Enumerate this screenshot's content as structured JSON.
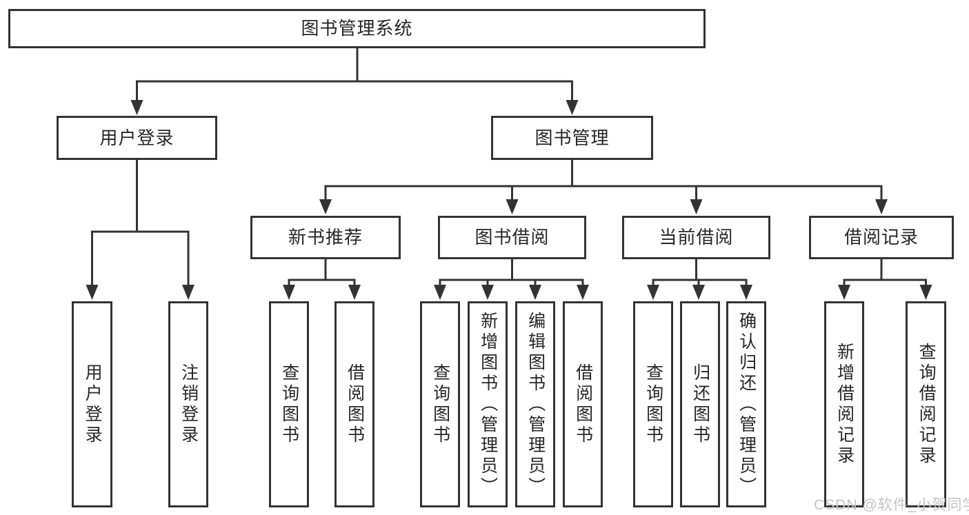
{
  "diagram": {
    "root": {
      "label": "图书管理系统"
    },
    "branches": [
      {
        "label": "用户登录",
        "children": [
          {
            "label": "用户登录"
          },
          {
            "label": "注销登录"
          }
        ]
      },
      {
        "label": "图书管理",
        "children": [
          {
            "label": "新书推荐",
            "children": [
              {
                "label": "查询图书"
              },
              {
                "label": "借阅图书"
              }
            ]
          },
          {
            "label": "图书借阅",
            "children": [
              {
                "label": "查询图书"
              },
              {
                "label": "新增图书（管理员）"
              },
              {
                "label": "编辑图书（管理员）"
              },
              {
                "label": "借阅图书"
              }
            ]
          },
          {
            "label": "当前借阅",
            "children": [
              {
                "label": "查询图书"
              },
              {
                "label": "归还图书"
              },
              {
                "label": "确认归还（管理员）"
              }
            ]
          },
          {
            "label": "借阅记录",
            "children": [
              {
                "label": "新增借阅记录"
              },
              {
                "label": "查询借阅记录"
              }
            ]
          }
        ]
      }
    ]
  },
  "watermark": {
    "text": "CSDN @软件_小贺同学"
  },
  "colors": {
    "line": "#333333",
    "border": "#333333",
    "fill": "#ffffff",
    "text": "#262626",
    "bg": "#ffffff",
    "watermark": "#c3c3c3"
  }
}
